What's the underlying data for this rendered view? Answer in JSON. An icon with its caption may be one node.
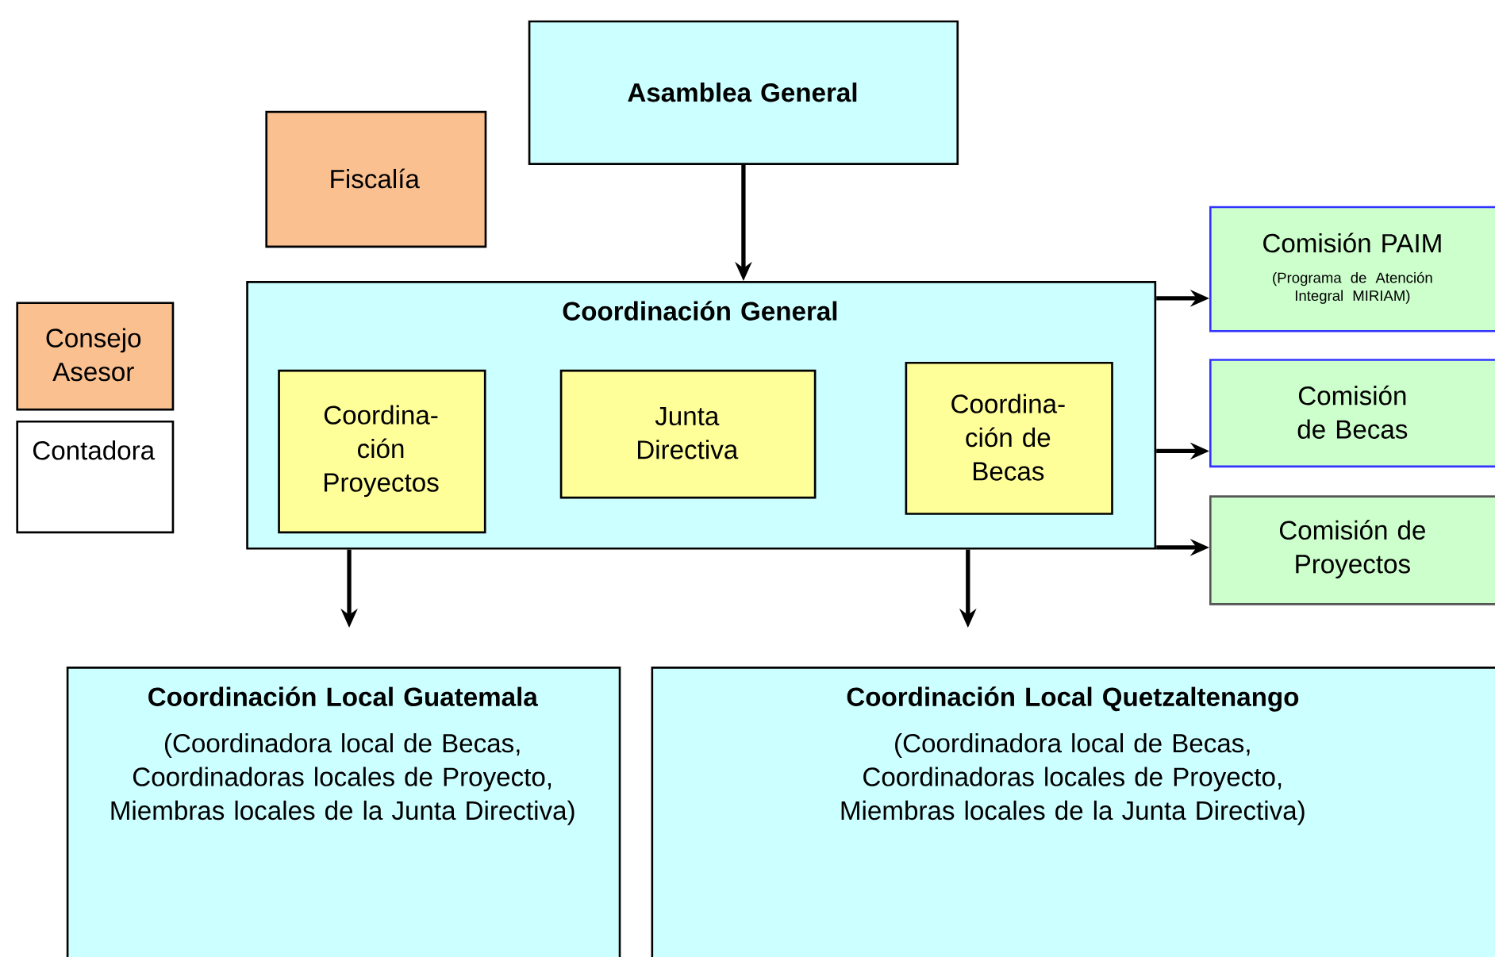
{
  "diagram": {
    "nodes": [
      {
        "text": [
          "Asamblea General"
        ]
      },
      {
        "text": [
          "Fiscalía"
        ]
      },
      {
        "text": [
          "Coordinación General"
        ]
      },
      {
        "text": [
          "Coordina- ción Proyectos"
        ],
        "in": 2
      },
      {
        "text": [
          "Junta Directiva"
        ],
        "in": 2
      },
      {
        "text": [
          "Coordina- ción de Becas"
        ],
        "in": 2
      },
      {
        "text": [
          "Consejo Asesor"
        ]
      },
      {
        "text": [
          "Contadora"
        ]
      },
      {
        "text": [
          "Comisión PAIM",
          "(Programa de Atención Integral MIRIAM)"
        ]
      },
      {
        "text": [
          "Comisión de Becas"
        ]
      },
      {
        "text": [
          "Comisión de Proyectos"
        ]
      },
      {
        "text": [
          "Coordinación Local Guatemala",
          "(Coordinadora local de Becas, Coordinadoras locales de Proyecto, Miembras locales de la Junta Directiva)"
        ]
      },
      {
        "text": [
          "Coordinación Local Quetzaltenango",
          "(Coordinadora local de Becas, Coordinadoras locales de Proyecto, Miembras locales de la Junta Directiva)"
        ]
      }
    ],
    "edges": [
      {
        "from": 0,
        "to": 2,
        "arrow": "to"
      },
      {
        "from": 2,
        "to": 8,
        "arrow": "to"
      },
      {
        "from": 2,
        "to": 9,
        "arrow": "to"
      },
      {
        "from": 2,
        "to": 10,
        "arrow": "to"
      },
      {
        "from": 2,
        "to": 11,
        "arrow": "to"
      },
      {
        "from": 2,
        "to": 12,
        "arrow": "to"
      }
    ]
  }
}
